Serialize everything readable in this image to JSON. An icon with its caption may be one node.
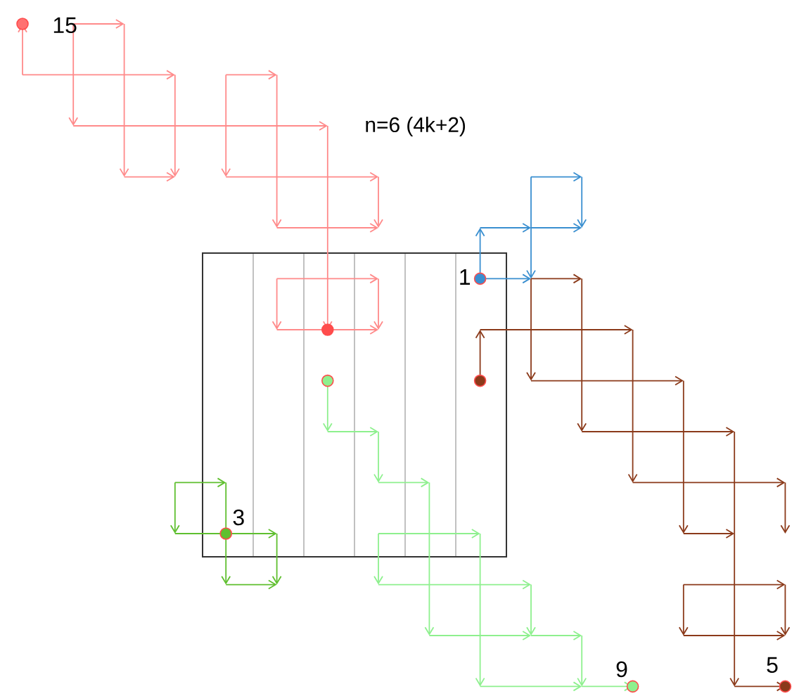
{
  "diagram": {
    "labels": [
      "15",
      "n=6 (4k+2)",
      "1",
      "3",
      "9",
      "5"
    ]
  }
}
